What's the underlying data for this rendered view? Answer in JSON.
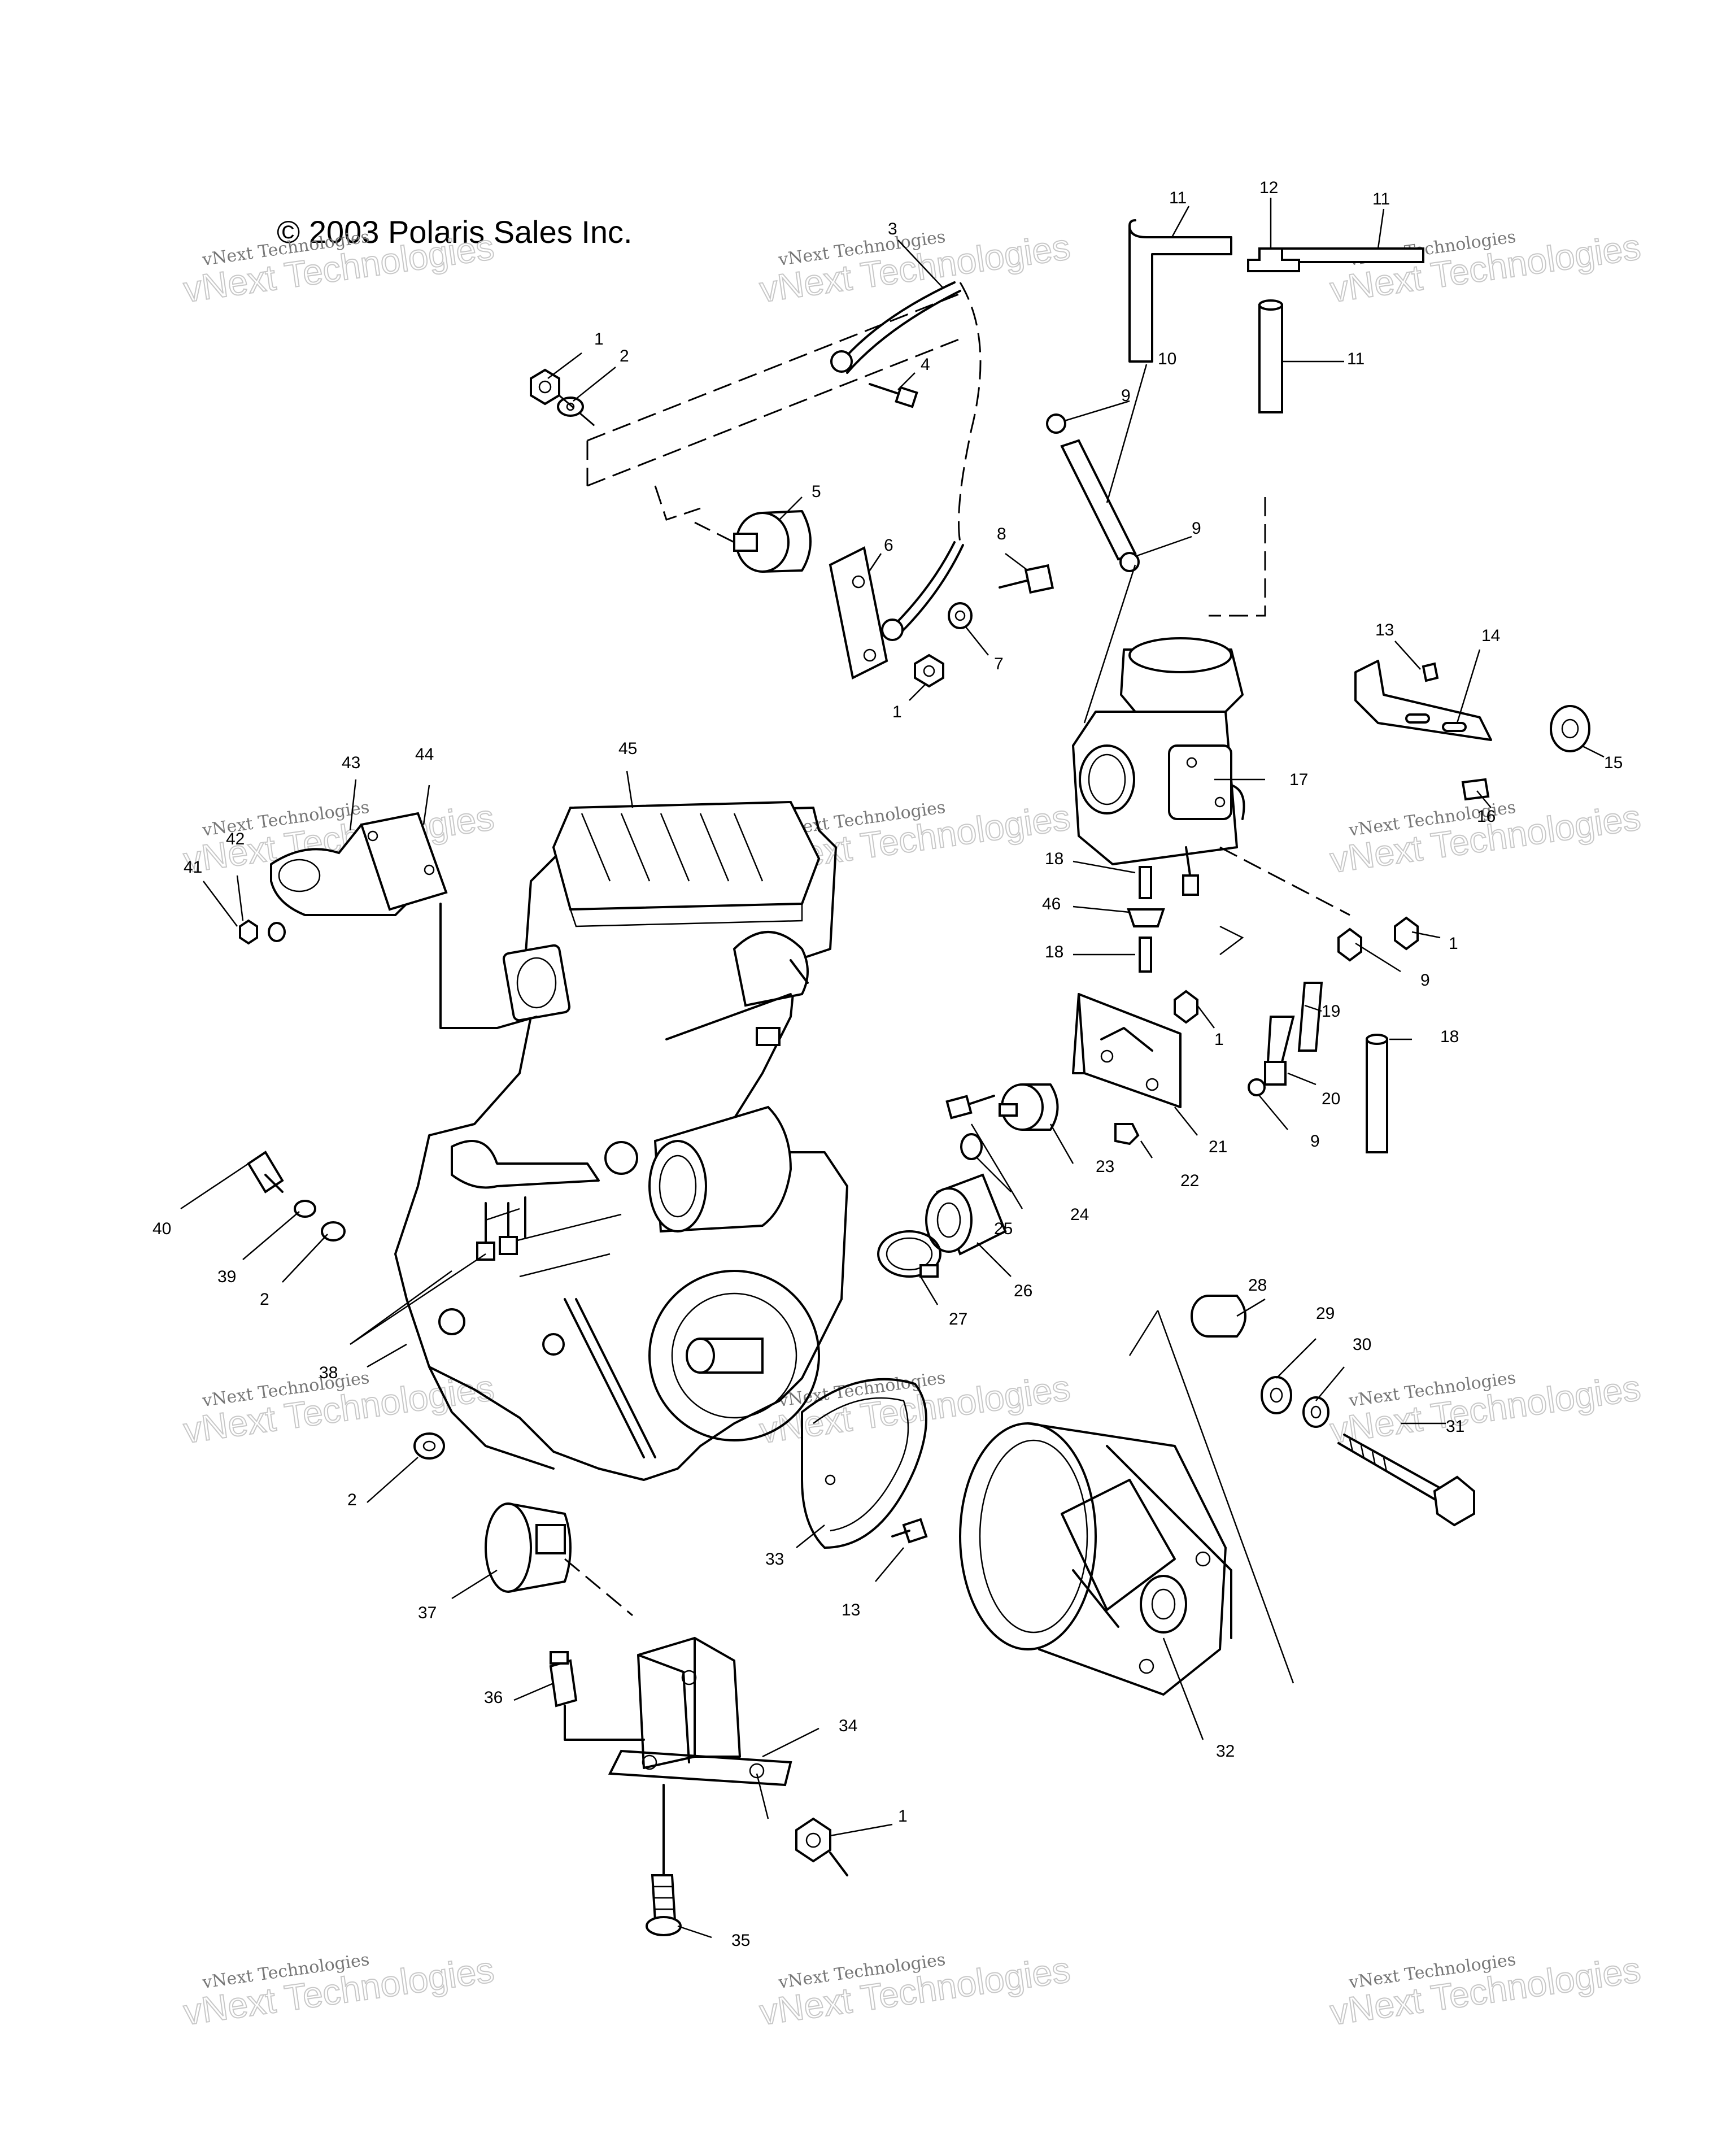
{
  "copyright": "© 2003 Polaris Sales Inc.",
  "watermark": {
    "line1": "vNext Technologies",
    "line2": "vNext Technologies"
  },
  "callouts": [
    {
      "id": "c1a",
      "label": "1"
    },
    {
      "id": "c2a",
      "label": "2"
    },
    {
      "id": "c3",
      "label": "3"
    },
    {
      "id": "c4",
      "label": "4"
    },
    {
      "id": "c5",
      "label": "5"
    },
    {
      "id": "c6",
      "label": "6"
    },
    {
      "id": "c8",
      "label": "8"
    },
    {
      "id": "c7",
      "label": "7"
    },
    {
      "id": "c1b",
      "label": "1"
    },
    {
      "id": "c11a",
      "label": "11"
    },
    {
      "id": "c12",
      "label": "12"
    },
    {
      "id": "c11b",
      "label": "11"
    },
    {
      "id": "c11c",
      "label": "11"
    },
    {
      "id": "c9a",
      "label": "9"
    },
    {
      "id": "c10",
      "label": "10"
    },
    {
      "id": "c9b",
      "label": "9"
    },
    {
      "id": "c13a",
      "label": "13"
    },
    {
      "id": "c14",
      "label": "14"
    },
    {
      "id": "c15",
      "label": "15"
    },
    {
      "id": "c16",
      "label": "16"
    },
    {
      "id": "c17",
      "label": "17"
    },
    {
      "id": "c18a",
      "label": "18"
    },
    {
      "id": "c46",
      "label": "46"
    },
    {
      "id": "c18b",
      "label": "18"
    },
    {
      "id": "c1c",
      "label": "1"
    },
    {
      "id": "c9c",
      "label": "9"
    },
    {
      "id": "c1d",
      "label": "1"
    },
    {
      "id": "c19",
      "label": "19"
    },
    {
      "id": "c18c",
      "label": "18"
    },
    {
      "id": "c20",
      "label": "20"
    },
    {
      "id": "c9d",
      "label": "9"
    },
    {
      "id": "c21",
      "label": "21"
    },
    {
      "id": "c23",
      "label": "23"
    },
    {
      "id": "c22",
      "label": "22"
    },
    {
      "id": "c24",
      "label": "24"
    },
    {
      "id": "c25",
      "label": "25"
    },
    {
      "id": "c26",
      "label": "26"
    },
    {
      "id": "c27",
      "label": "27"
    },
    {
      "id": "c28",
      "label": "28"
    },
    {
      "id": "c29",
      "label": "29"
    },
    {
      "id": "c30",
      "label": "30"
    },
    {
      "id": "c31",
      "label": "31"
    },
    {
      "id": "c43",
      "label": "43"
    },
    {
      "id": "c44",
      "label": "44"
    },
    {
      "id": "c45",
      "label": "45"
    },
    {
      "id": "c42",
      "label": "42"
    },
    {
      "id": "c41",
      "label": "41"
    },
    {
      "id": "c40",
      "label": "40"
    },
    {
      "id": "c39",
      "label": "39"
    },
    {
      "id": "c2b",
      "label": "2"
    },
    {
      "id": "c38",
      "label": "38"
    },
    {
      "id": "c2c",
      "label": "2"
    },
    {
      "id": "c37",
      "label": "37"
    },
    {
      "id": "c33",
      "label": "33"
    },
    {
      "id": "c13b",
      "label": "13"
    },
    {
      "id": "c32",
      "label": "32"
    },
    {
      "id": "c36",
      "label": "36"
    },
    {
      "id": "c34",
      "label": "34"
    },
    {
      "id": "c1e",
      "label": "1"
    },
    {
      "id": "c35",
      "label": "35"
    }
  ]
}
